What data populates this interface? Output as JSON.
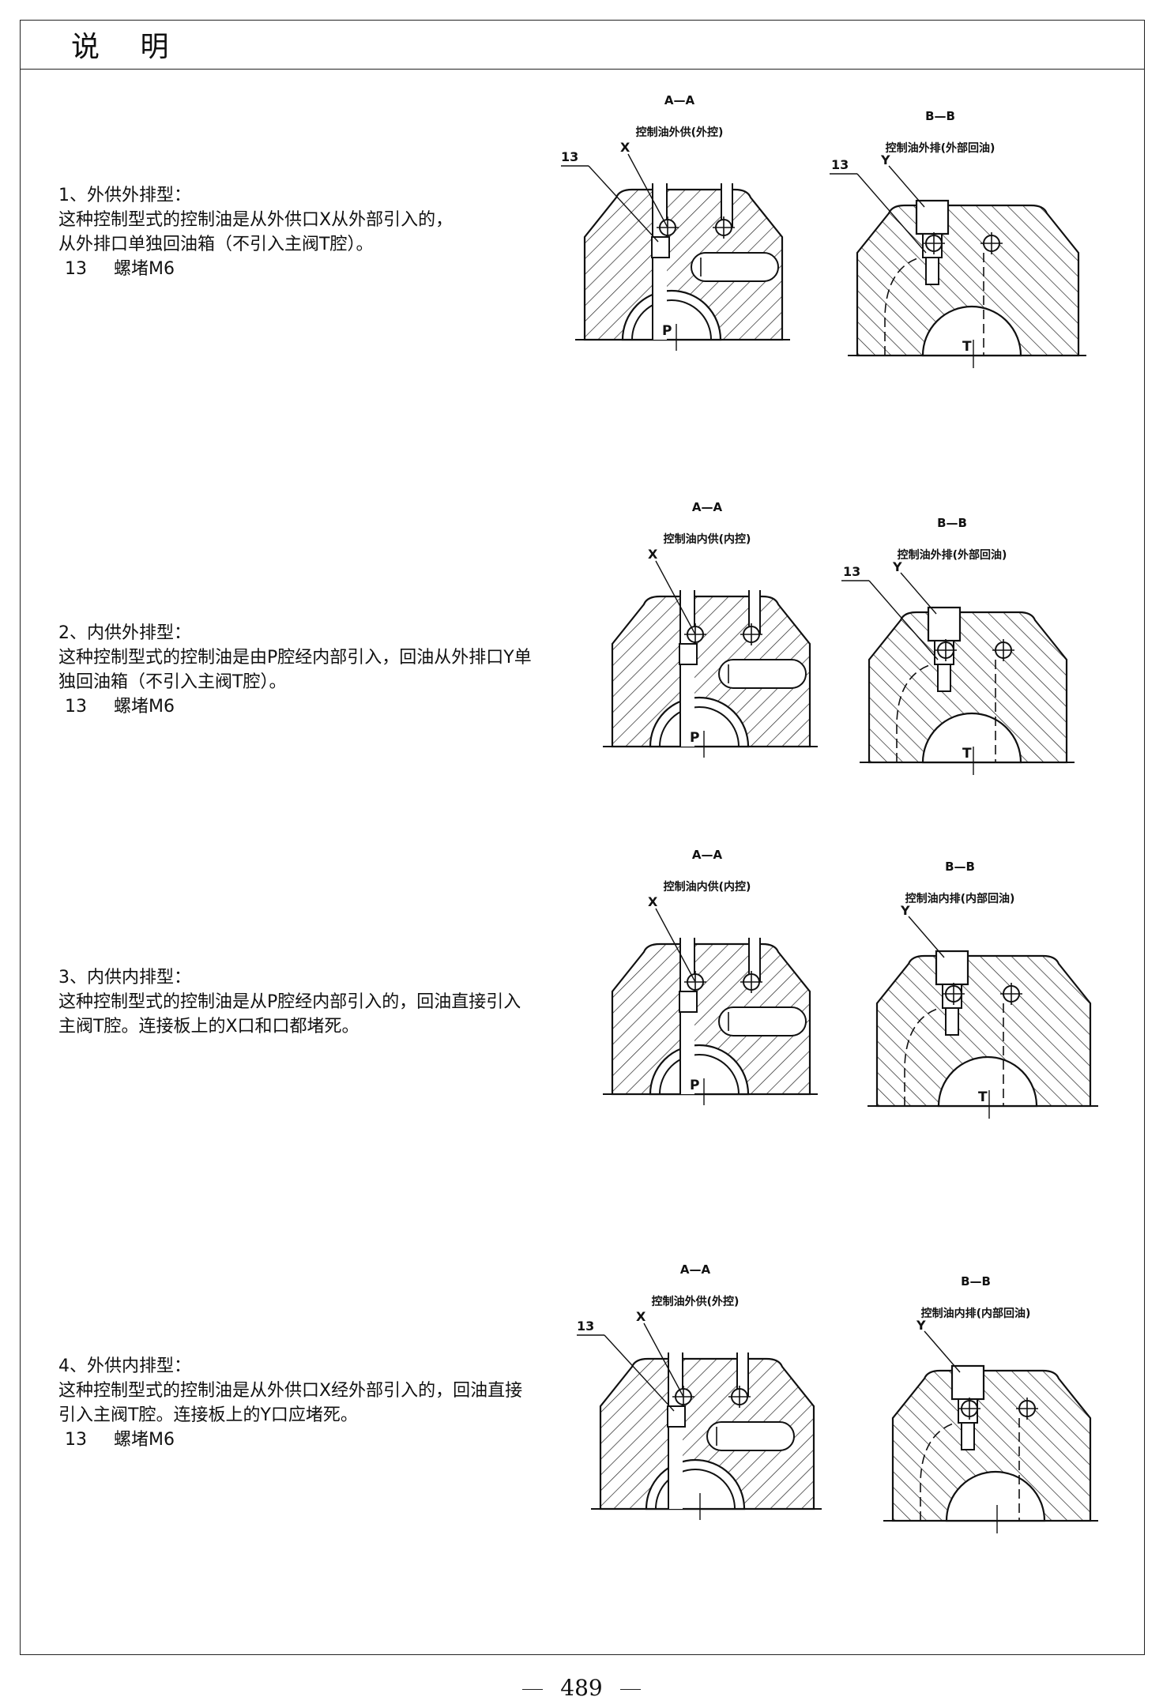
{
  "header": {
    "title": "说 明"
  },
  "sections": [
    {
      "heading": "1、外供外排型：",
      "lines": [
        "这种控制型式的控制油是从外供口X从外部引入的，",
        "从外排口单独回油箱（不引入主阀T腔）。"
      ],
      "note": {
        "num": "13",
        "text": "螺堵M6"
      },
      "left_fig": {
        "section": "A—A",
        "subtitle": "控制油外供(外控)",
        "port": "P",
        "callout": "X",
        "num": "13"
      },
      "right_fig": {
        "section": "B—B",
        "subtitle": "控制油外排(外部回油)",
        "port": "T",
        "callout": "Y",
        "num": "13"
      }
    },
    {
      "heading": "2、内供外排型：",
      "lines": [
        "这种控制型式的控制油是由P腔经内部引入，回油从外排口Y单",
        "独回油箱（不引入主阀T腔）。"
      ],
      "note": {
        "num": "13",
        "text": "螺堵M6"
      },
      "left_fig": {
        "section": "A—A",
        "subtitle": "控制油内供(内控)",
        "port": "P",
        "callout": "X",
        "num": ""
      },
      "right_fig": {
        "section": "B—B",
        "subtitle": "控制油外排(外部回油)",
        "port": "T",
        "callout": "Y",
        "num": "13"
      }
    },
    {
      "heading": "3、内供内排型：",
      "lines": [
        "这种控制型式的控制油是从P腔经内部引入的，回油直接引入",
        "主阀T腔。连接板上的X口和口都堵死。"
      ],
      "note": null,
      "left_fig": {
        "section": "A—A",
        "subtitle": "控制油内供(内控)",
        "port": "P",
        "callout": "X",
        "num": ""
      },
      "right_fig": {
        "section": "B—B",
        "subtitle": "控制油内排(内部回油)",
        "port": "T",
        "callout": "Y",
        "num": ""
      }
    },
    {
      "heading": "4、外供内排型：",
      "lines": [
        "这种控制型式的控制油是从外供口X经外部引入的，回油直接",
        "引入主阀T腔。连接板上的Y口应堵死。"
      ],
      "note": {
        "num": "13",
        "text": "螺堵M6"
      },
      "left_fig": {
        "section": "A—A",
        "subtitle": "控制油外供(外控)",
        "port": "",
        "callout": "X",
        "num": "13"
      },
      "right_fig": {
        "section": "B—B",
        "subtitle": "控制油内排(内部回油)",
        "port": "",
        "callout": "Y",
        "num": ""
      }
    }
  ],
  "footer": {
    "page_number": "489"
  }
}
